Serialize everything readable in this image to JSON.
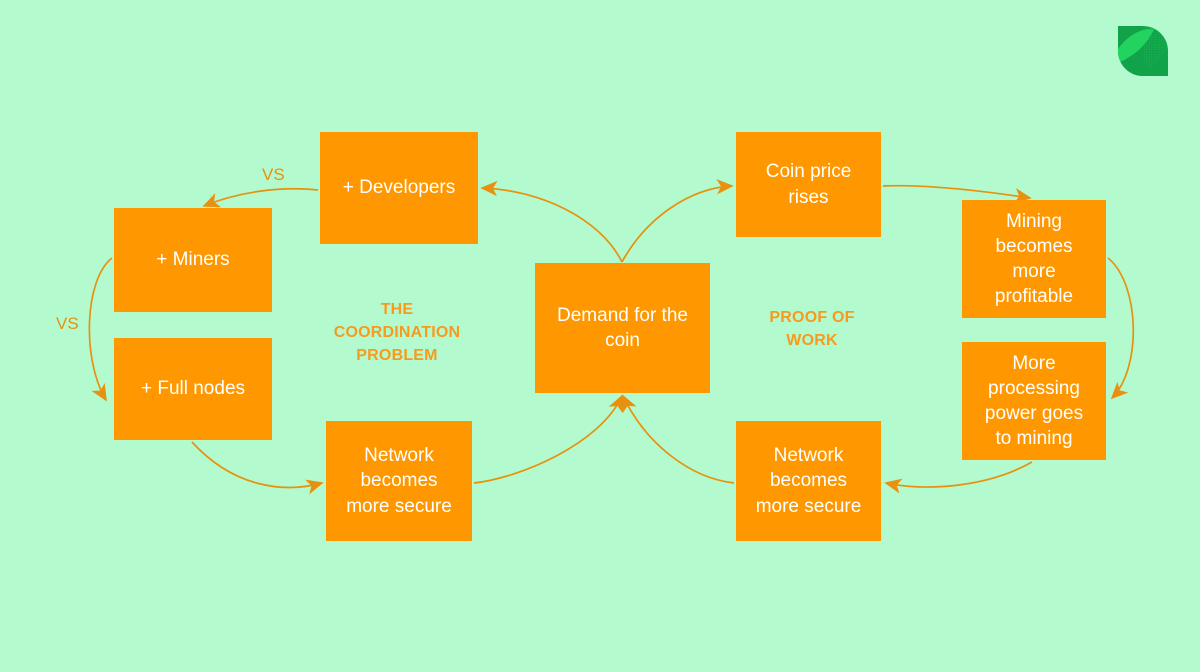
{
  "theme": {
    "background_color": "#b3fbce",
    "node_fill": "#ff9800",
    "node_text": "#ffffff",
    "accent_text": "#f79a1e",
    "arrow_color": "#e8900f",
    "logo_light_green": "#22d45f",
    "logo_dark_green": "#12a34a"
  },
  "logo": {
    "name": "leaf-droplet-logo"
  },
  "sections": [
    {
      "id": "coordination",
      "label": "THE\nCOORDINATION\nPROBLEM"
    },
    {
      "id": "proof_of_work",
      "label": "PROOF OF\nWORK"
    }
  ],
  "nodes": [
    {
      "id": "miners",
      "label": "+ Miners"
    },
    {
      "id": "full_nodes",
      "label": "+ Full nodes"
    },
    {
      "id": "developers",
      "label": "+ Developers"
    },
    {
      "id": "demand",
      "label": "Demand for the\ncoin"
    },
    {
      "id": "coin_price",
      "label": "Coin price\nrises"
    },
    {
      "id": "mining_profit",
      "label": "Mining\nbecomes\nmore\nprofitable"
    },
    {
      "id": "processing",
      "label": "More\nprocessing\npower goes\nto mining"
    },
    {
      "id": "secure_left",
      "label": "Network\nbecomes\nmore secure"
    },
    {
      "id": "secure_right",
      "label": "Network\nbecomes\nmore secure"
    }
  ],
  "edge_labels": [
    {
      "id": "vs_top",
      "label": "VS"
    },
    {
      "id": "vs_left",
      "label": "VS"
    }
  ],
  "edges": [
    {
      "from": "developers",
      "to": "miners",
      "label": "VS"
    },
    {
      "from": "miners",
      "to": "full_nodes",
      "label": "VS"
    },
    {
      "from": "demand",
      "to": "developers",
      "label": ""
    },
    {
      "from": "full_nodes",
      "to": "secure_left",
      "label": ""
    },
    {
      "from": "secure_left",
      "to": "demand",
      "label": ""
    },
    {
      "from": "demand",
      "to": "coin_price",
      "label": ""
    },
    {
      "from": "coin_price",
      "to": "mining_profit",
      "label": ""
    },
    {
      "from": "mining_profit",
      "to": "processing",
      "label": ""
    },
    {
      "from": "processing",
      "to": "secure_right",
      "label": ""
    },
    {
      "from": "secure_right",
      "to": "demand",
      "label": ""
    }
  ]
}
